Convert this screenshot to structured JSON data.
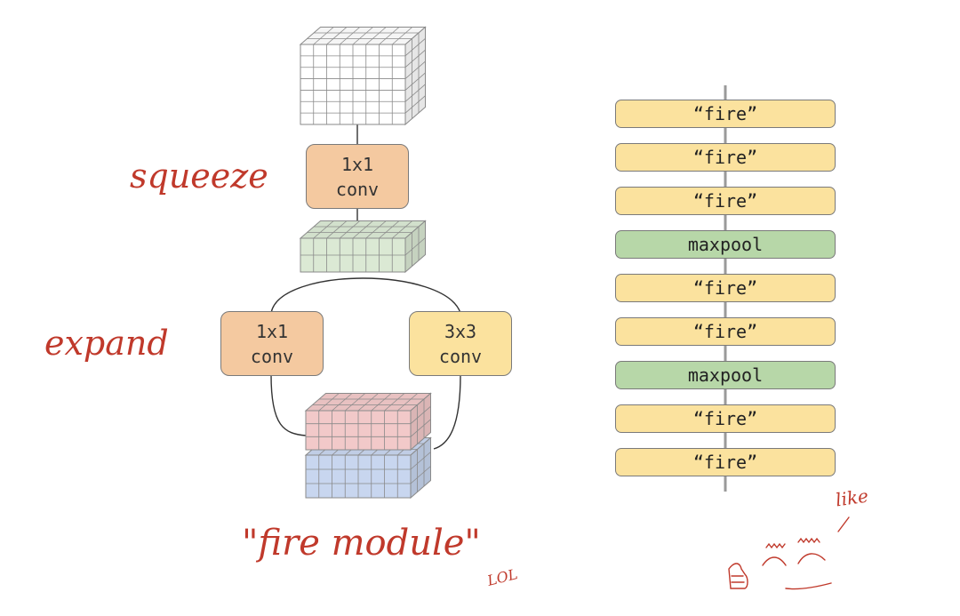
{
  "fire_module": {
    "squeeze_label": "squeeze",
    "expand_label": "expand",
    "squeeze_conv": {
      "line1": "1x1",
      "line2": "conv"
    },
    "expand_left_conv": {
      "line1": "1x1",
      "line2": "conv"
    },
    "expand_right_conv": {
      "line1": "3x3",
      "line2": "conv"
    },
    "caption": "\"fire module\"",
    "caption_note": "LOL"
  },
  "network_stack": {
    "layers": [
      {
        "label": "“fire”",
        "kind": "fire"
      },
      {
        "label": "“fire”",
        "kind": "fire"
      },
      {
        "label": "“fire”",
        "kind": "fire"
      },
      {
        "label": "maxpool",
        "kind": "pool"
      },
      {
        "label": "“fire”",
        "kind": "fire"
      },
      {
        "label": "“fire”",
        "kind": "fire"
      },
      {
        "label": "maxpool",
        "kind": "pool"
      },
      {
        "label": "“fire”",
        "kind": "fire"
      },
      {
        "label": "“fire”",
        "kind": "fire"
      }
    ],
    "annotation": "like"
  },
  "colors": {
    "conv_1x1": "#f4c9a0",
    "conv_3x3": "#fbe29e",
    "fire_layer": "#fbe29e",
    "pool_layer": "#b7d7a8",
    "input_tensor": "#ffffff",
    "squeezed_tensor": "#dbe9d4",
    "expand_out_top": "#f2c9c9",
    "expand_out_bottom": "#c8d6ef",
    "handwriting": "#c0392b"
  }
}
